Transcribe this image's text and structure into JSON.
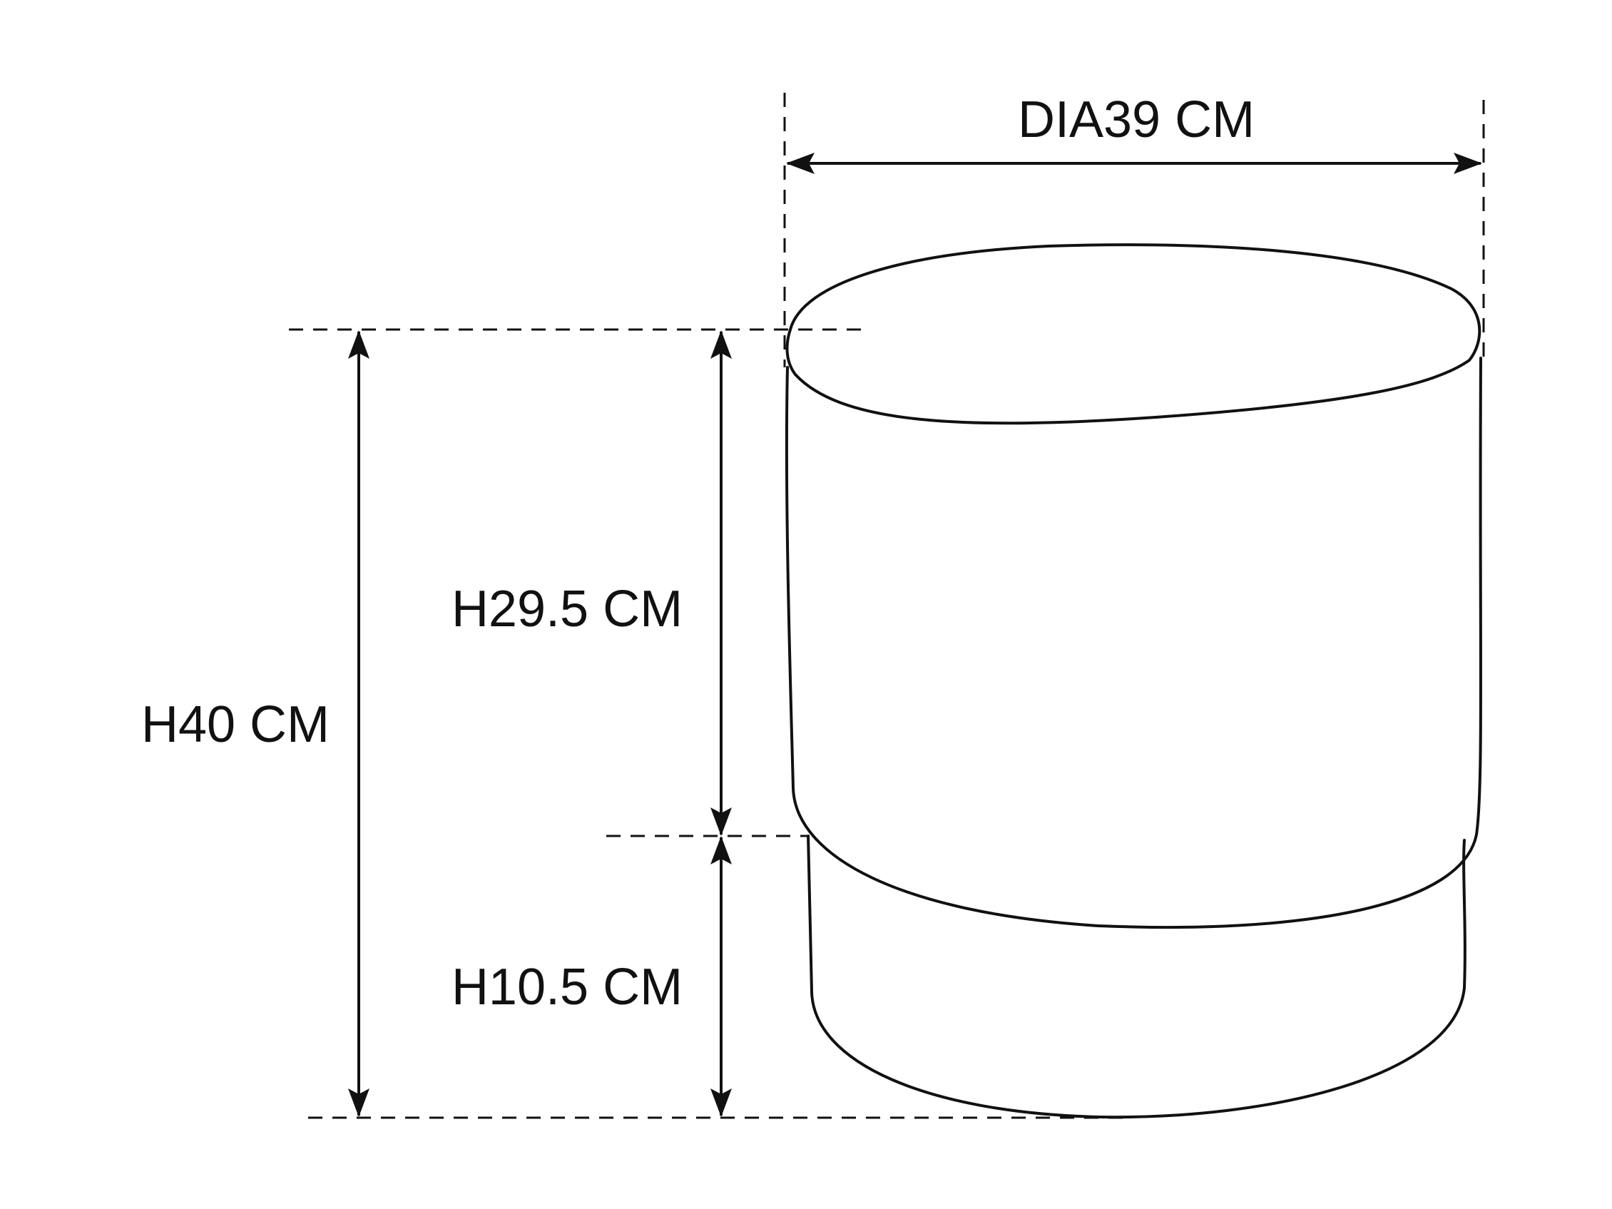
{
  "labels": {
    "diameter": "DIA39 CM",
    "total_height": "H40 CM",
    "upper_height": "H29.5 CM",
    "lower_height": "H10.5 CM"
  },
  "colors": {
    "line": "#111111",
    "background": "#ffffff"
  }
}
